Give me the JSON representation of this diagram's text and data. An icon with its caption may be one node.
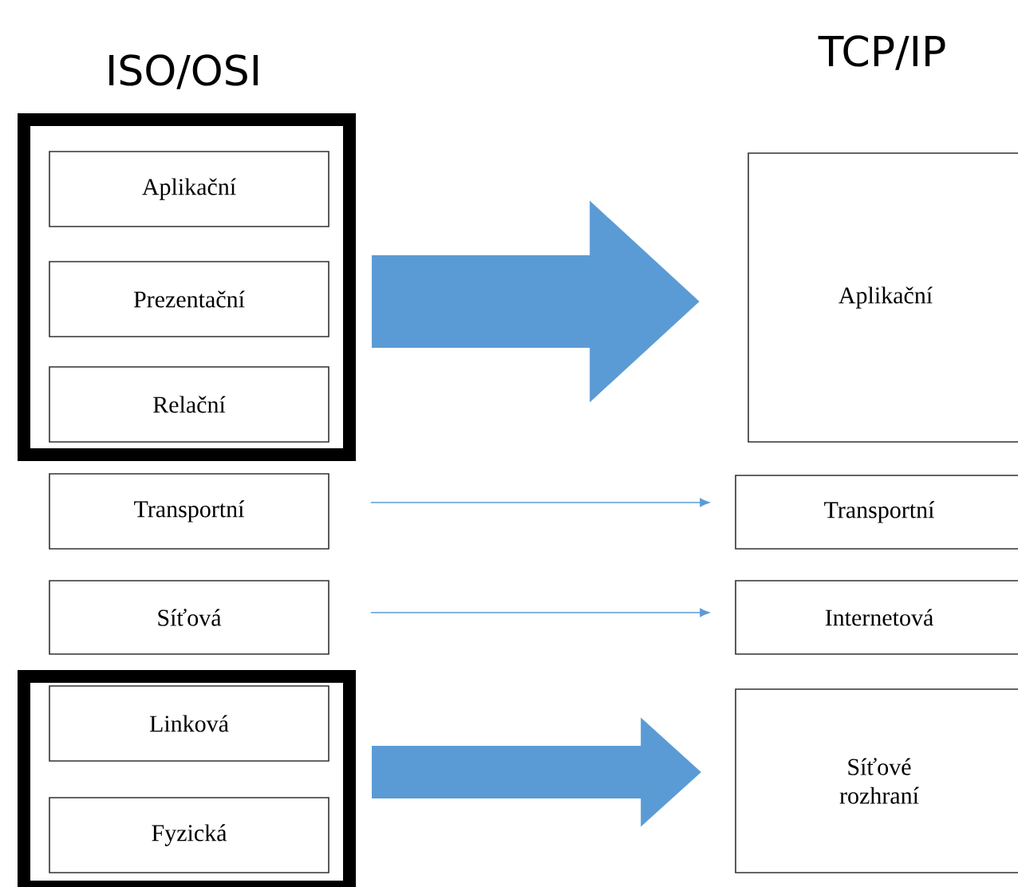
{
  "diagram": {
    "nodes": [
      {
        "text": [],
        "shape": "box"
      },
      {
        "text": [
          "Aplikační"
        ],
        "in": 0
      },
      {
        "text": [
          "Prezentační"
        ],
        "in": 0
      },
      {
        "text": [
          "Relační"
        ],
        "in": 0
      },
      {
        "text": [
          "Transportní"
        ]
      },
      {
        "text": [
          "Síťová"
        ]
      },
      {
        "text": [],
        "shape": "box"
      },
      {
        "text": [
          "Linková"
        ],
        "in": 6
      },
      {
        "text": [
          "Fyzická"
        ],
        "in": 6
      },
      {
        "text": [
          "Aplikační"
        ]
      },
      {
        "text": [
          "Transportní"
        ]
      },
      {
        "text": [
          "Internetová"
        ]
      },
      {
        "text": [
          "Síťové rozhraní"
        ]
      }
    ],
    "edges": [
      {
        "from": 0,
        "to": 9,
        "arrow": "to",
        "style": "thick"
      },
      {
        "from": 4,
        "to": 10,
        "arrow": "to"
      },
      {
        "from": 5,
        "to": 11,
        "arrow": "to"
      },
      {
        "from": 6,
        "to": 12,
        "arrow": "to",
        "style": "thick"
      }
    ],
    "labels": [
      "ISO/OSI",
      "TCP/IP"
    ]
  }
}
